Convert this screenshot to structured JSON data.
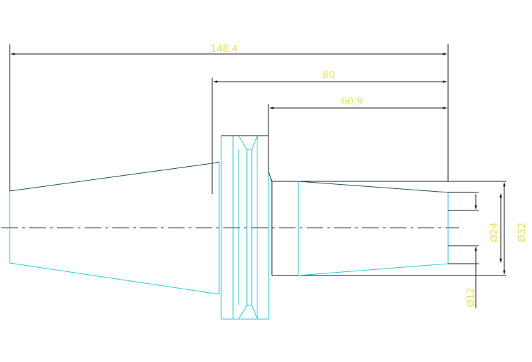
{
  "colors": {
    "background": "#ffffff",
    "outline": "#23cbdc",
    "dimension_line": "#1a1a1a",
    "dimension_text": "#e6e651",
    "centerline": "#333333"
  },
  "dimensions": {
    "overall_length": "148.4",
    "flange_to_end": "80",
    "shank_length": "60.9",
    "bore_small": "Ø12",
    "bore_mid": "Ø24",
    "bore_large": "Ø32"
  }
}
